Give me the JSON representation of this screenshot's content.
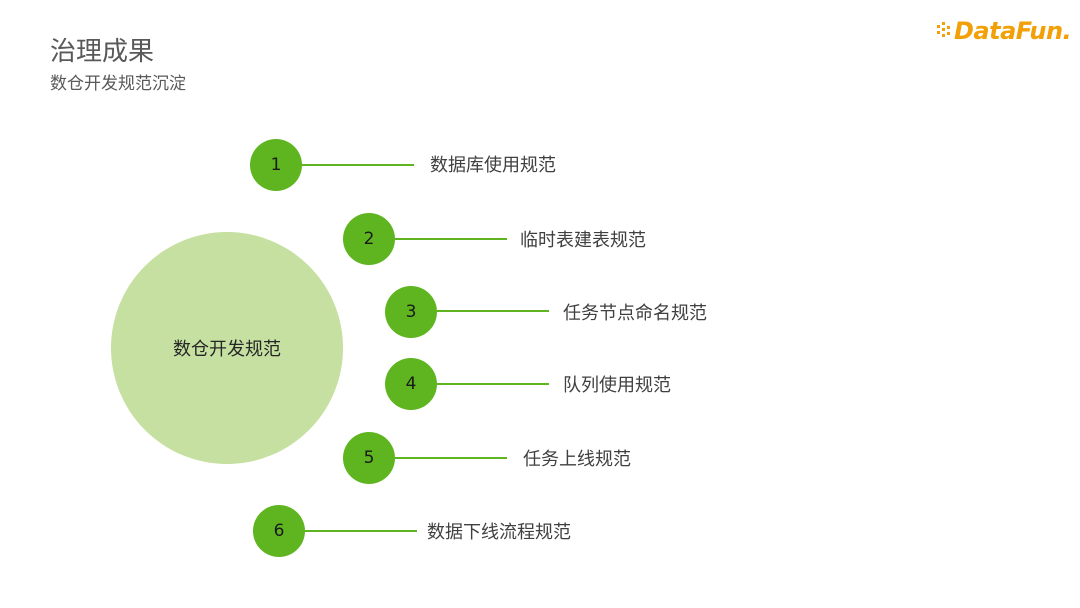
{
  "header": {
    "title": "治理成果",
    "subtitle": "数仓开发规范沉淀"
  },
  "logo": {
    "text": "DataFun.",
    "color": "#f2a007"
  },
  "colors": {
    "node": "#5eb51f",
    "center": "#c5e0a0"
  },
  "diagram": {
    "center_label": "数仓开发规范",
    "items": [
      {
        "number": "1",
        "label": "数据库使用规范"
      },
      {
        "number": "2",
        "label": "临时表建表规范"
      },
      {
        "number": "3",
        "label": "任务节点命名规范"
      },
      {
        "number": "4",
        "label": "队列使用规范"
      },
      {
        "number": "5",
        "label": "任务上线规范"
      },
      {
        "number": "6",
        "label": "数据下线流程规范"
      }
    ]
  }
}
